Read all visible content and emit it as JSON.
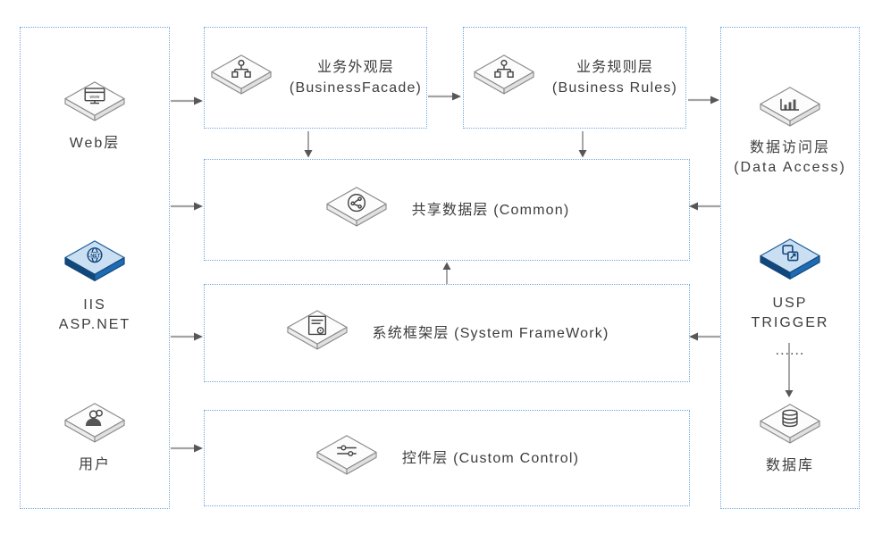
{
  "colors": {
    "container_border": "#6FA8DC",
    "arrow_tail": "#a3a3a3",
    "arrow_head": "#575757",
    "text": "#3d3d3d",
    "tile_stroke": "#8a8a8a",
    "tile_top": "#fcfcfc",
    "blue_tile_top": "#cbdff3",
    "blue_tile_left": "#12477b",
    "blue_tile_right": "#1e6bb3"
  },
  "left_column": {
    "web": {
      "label": "Web层"
    },
    "iis": {
      "line1": "IIS",
      "line2": "ASP.NET"
    },
    "user": {
      "label": "用户"
    }
  },
  "layers": {
    "facade": {
      "title": "业务外观层",
      "subtitle": "(BusinessFacade)"
    },
    "rules": {
      "title": "业务规则层",
      "subtitle": "(Business Rules)"
    },
    "common": {
      "title": "共享数据层 (Common)"
    },
    "framework": {
      "title": "系统框架层 (System FrameWork)"
    },
    "control": {
      "title": "控件层 (Custom Control)"
    }
  },
  "right_column": {
    "data_access": {
      "line1": "数据访问层",
      "line2": "(Data Access)"
    },
    "usp": {
      "line1": "USP",
      "line2": "TRIGGER",
      "dots": "......"
    },
    "database": {
      "label": "数据库"
    }
  },
  "icons": {
    "web": "browser-window-icon",
    "facade": "sitemap-icon",
    "rules": "sitemap-icon",
    "common": "share-circle-icon",
    "framework": "form-document-icon",
    "control": "sliders-icon",
    "iis": "dotnet-globe-icon",
    "user": "person-icon",
    "data_access": "bar-chart-icon",
    "usp": "sql-pages-icon",
    "database": "database-cylinder-icon"
  }
}
